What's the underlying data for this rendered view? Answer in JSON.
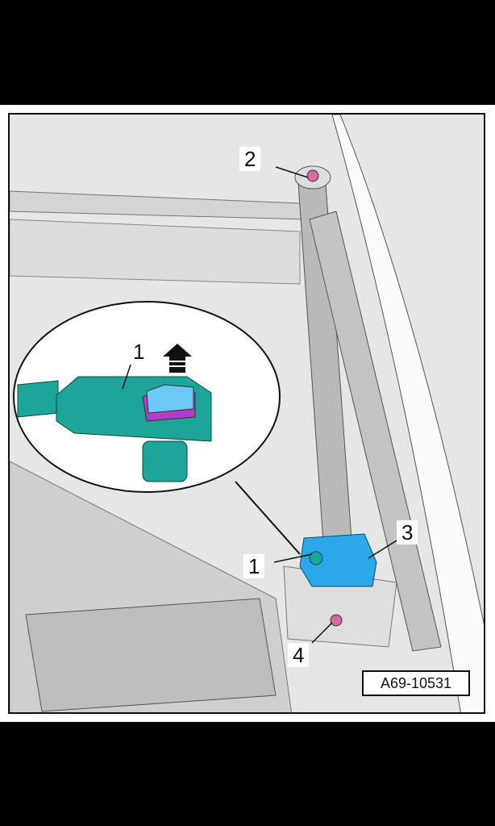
{
  "figure": {
    "code": "A69-10531",
    "callouts": [
      "1",
      "2",
      "3",
      "4"
    ],
    "detail_callout": "1"
  },
  "colors": {
    "part_blue": "#2aa8e8",
    "sensor_teal": "#1ea59a",
    "bolt_pink": "#d96aa0",
    "tab_purple": "#b43cc8"
  }
}
